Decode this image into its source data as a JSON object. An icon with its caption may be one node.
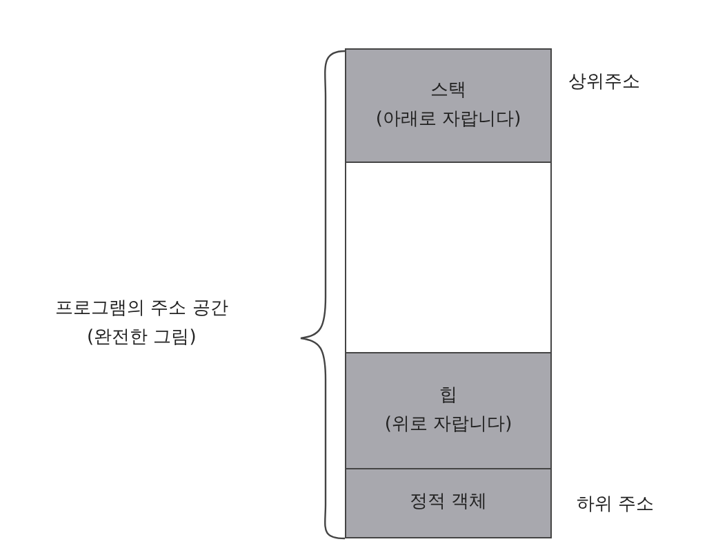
{
  "diagram": {
    "nodes": [
      {
        "text": [
          "스택 (아래로 자랍니다)"
        ]
      },
      {
        "text": [],
        "shape": "box"
      },
      {
        "text": [
          "힙 (위로 자랍니다)"
        ]
      },
      {
        "text": [
          "정적 객체"
        ]
      }
    ],
    "labels": [
      "상위주소",
      "프로그램의 주소 공간 (완전한 그림)",
      "하위 주소"
    ]
  }
}
